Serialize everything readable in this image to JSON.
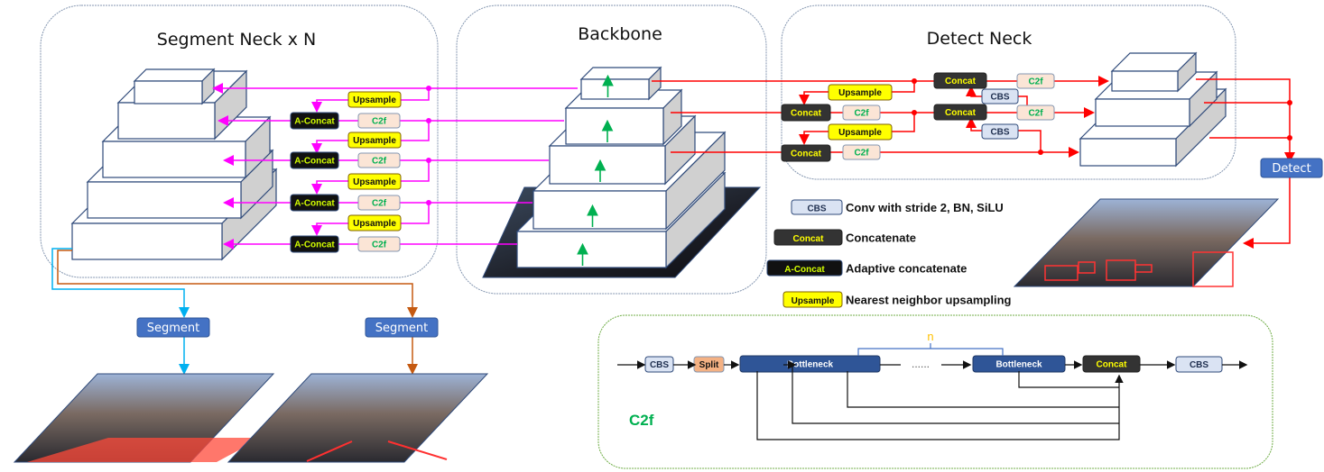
{
  "panels": {
    "segment_neck": {
      "title": "Segment Neck x N"
    },
    "backbone": {
      "title": "Backbone"
    },
    "detect_neck": {
      "title": "Detect Neck"
    },
    "c2f": {
      "title": "C2f"
    }
  },
  "blocks": {
    "upsample": "Upsample",
    "a_concat": "A-Concat",
    "concat": "Concat",
    "c2f": "C2f",
    "cbs": "CBS",
    "split": "Split",
    "bottleneck": "Bottleneck"
  },
  "heads": {
    "detect": "Detect",
    "segment_1": "Segment",
    "segment_2": "Segment"
  },
  "legend": [
    {
      "block": "CBS",
      "desc": "Conv with stride 2, BN, SiLU"
    },
    {
      "block": "Concat",
      "desc": "Concatenate"
    },
    {
      "block": "A-Concat",
      "desc": "Adaptive concatenate"
    },
    {
      "block": "Upsample",
      "desc": "Nearest neighbor upsampling"
    }
  ],
  "c2f_detail": {
    "repeat_label": "n",
    "dots": "......"
  },
  "colors": {
    "segment_line": "#ff00ff",
    "detect_line": "#ff0000",
    "upsample_fill": "#ffff00",
    "concat_fill": "#333333",
    "a_concat_fill": "#111111",
    "c2f_fill": "#fbe5d6",
    "cbs_fill": "#dae3f3",
    "split_fill": "#f4b183",
    "bottleneck_fill": "#2f5597",
    "head_fill": "#4472c4",
    "backbone_arrow": "#00b050",
    "segment_out_1": "#00b0f0",
    "segment_out_2": "#c55a11",
    "c2f_title": "#00b050",
    "repeat_label": "#ffc000"
  }
}
